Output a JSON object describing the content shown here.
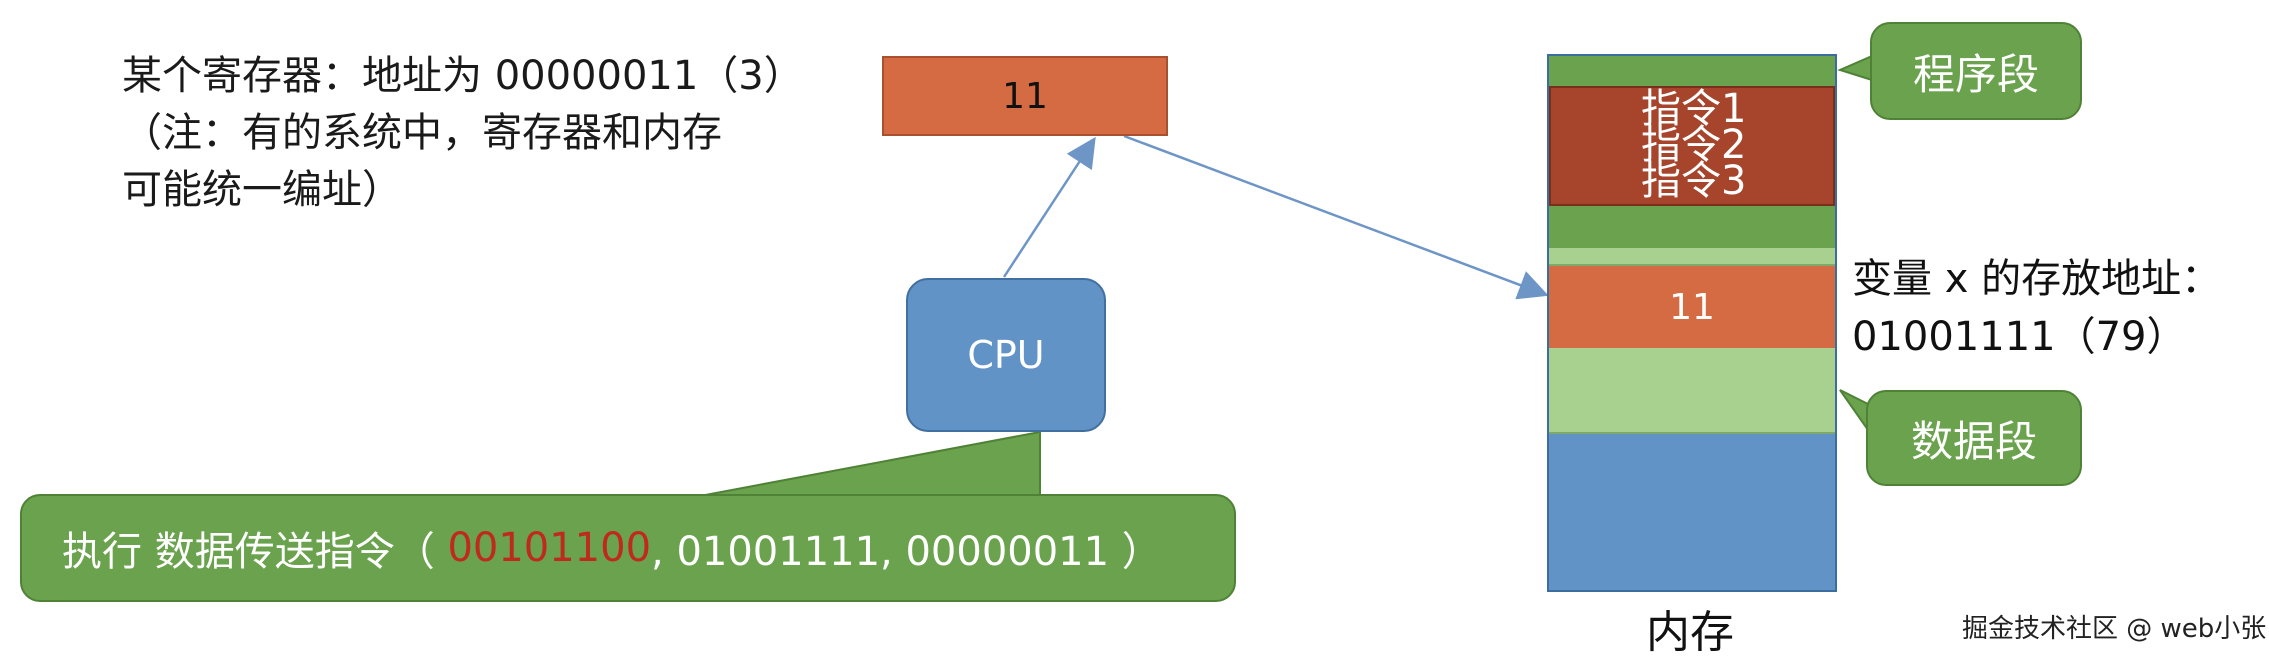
{
  "register": {
    "note_line1": "某个寄存器：地址为 00000011（3）",
    "note_line2": "（注：有的系统中，寄存器和内存",
    "note_line3": "可能统一编址）",
    "value": "11"
  },
  "cpu": {
    "label": "CPU"
  },
  "memory": {
    "label": "内存",
    "instructions": [
      "指令1",
      "指令2",
      "指令3"
    ],
    "variable_value": "11"
  },
  "callouts": {
    "program_segment": "程序段",
    "data_segment": "数据段"
  },
  "variable": {
    "line1": "变量 x 的存放地址：",
    "line2": "01001111（79）"
  },
  "command": {
    "prefix": "执行 数据传送指令（ ",
    "opcode": "00101100",
    "operands": ", 01001111, 00000011 ）"
  },
  "watermark": "掘金技术社区 @ web小张",
  "colors": {
    "orange": "#d56b42",
    "green": "#6aa24d",
    "light_green": "#a8d08e",
    "blue": "#6193c7",
    "instruction_red": "#a6452c",
    "opcode_red": "#c0291e"
  }
}
